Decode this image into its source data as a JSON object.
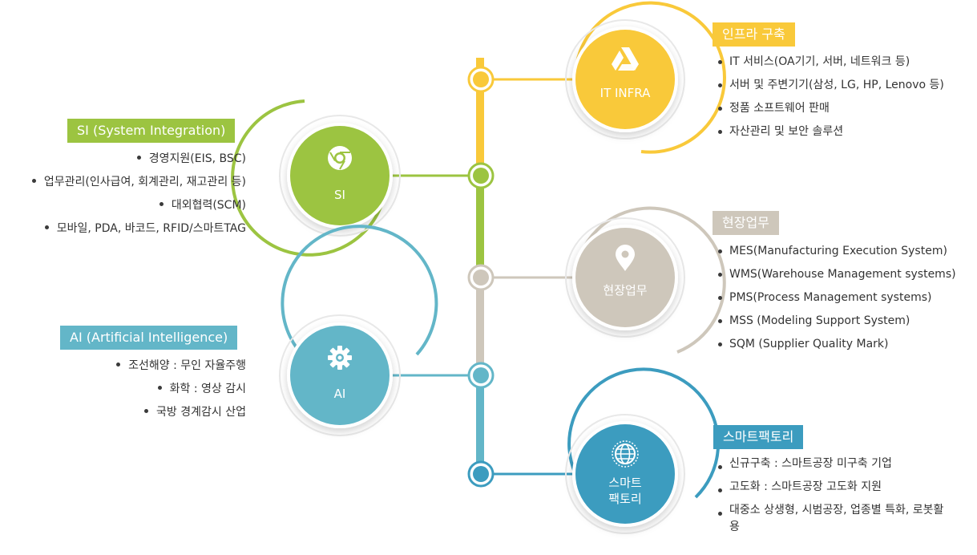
{
  "colors": {
    "yellow": "#F9C93A",
    "green": "#9CC441",
    "gray": "#CEC7BB",
    "teal": "#63B6C8",
    "blue": "#3C9CBF"
  },
  "nodes": {
    "it_infra": {
      "label": "IT INFRA",
      "icon": "google-drive-icon",
      "title": "인프라 구축",
      "items": [
        "IT 서비스(OA기기, 서버, 네트워크 등)",
        "서버 및 주변기기(삼성, LG, HP, Lenovo 등)",
        "정품 소프트웨어 판매",
        "자산관리 및 보안 솔루션"
      ]
    },
    "si": {
      "label": "SI",
      "icon": "chrome-icon",
      "title": "SI (System Integration)",
      "items": [
        "경영지원(EIS, BSC)",
        "업무관리(인사급여, 회계관리, 재고관리 등)",
        "대외협력(SCM)",
        "모바일, PDA, 바코드, RFID/스마트TAG"
      ]
    },
    "field": {
      "label": "현장업무",
      "icon": "map-pin-icon",
      "title": "현장업무",
      "items": [
        "MES(Manufacturing Execution System)",
        "WMS(Warehouse Management systems)",
        "PMS(Process Management systems)",
        "MSS (Modeling Support System)",
        "SQM (Supplier Quality Mark)"
      ]
    },
    "ai": {
      "label": "AI",
      "icon": "gear-icon",
      "title": "AI (Artificial Intelligence)",
      "items": [
        "조선해양 : 무인 자율주행",
        "화학 : 영상 감시",
        "국방 경계감시 산업"
      ]
    },
    "smart": {
      "label_line1": "스마트",
      "label_line2": "팩토리",
      "icon": "globe-icon",
      "title": "스마트팩토리",
      "items": [
        "신규구축 : 스마트공장 미구축 기업",
        "고도화 : 스마트공장 고도화 지원",
        "대중소 상생형, 시범공장, 업종별 특화, 로봇활용"
      ]
    }
  }
}
